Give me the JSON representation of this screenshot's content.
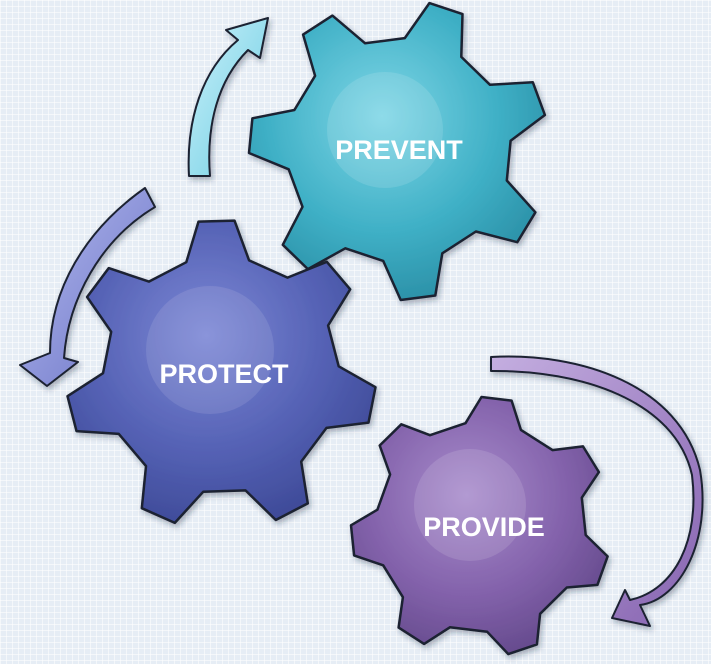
{
  "gears": [
    {
      "key": "prevent",
      "label": "PREVENT",
      "color": "#3fb0c6"
    },
    {
      "key": "protect",
      "label": "PROTECT",
      "color": "#5461b4"
    },
    {
      "key": "provide",
      "label": "PROVIDE",
      "color": "#8362ab"
    }
  ],
  "arrows": [
    {
      "key": "protect-to-prevent",
      "color": "#7dd3e8"
    },
    {
      "key": "prevent-to-protect",
      "color": "#7e86d0"
    },
    {
      "key": "provide-cycle",
      "color": "#9a78bd"
    }
  ]
}
